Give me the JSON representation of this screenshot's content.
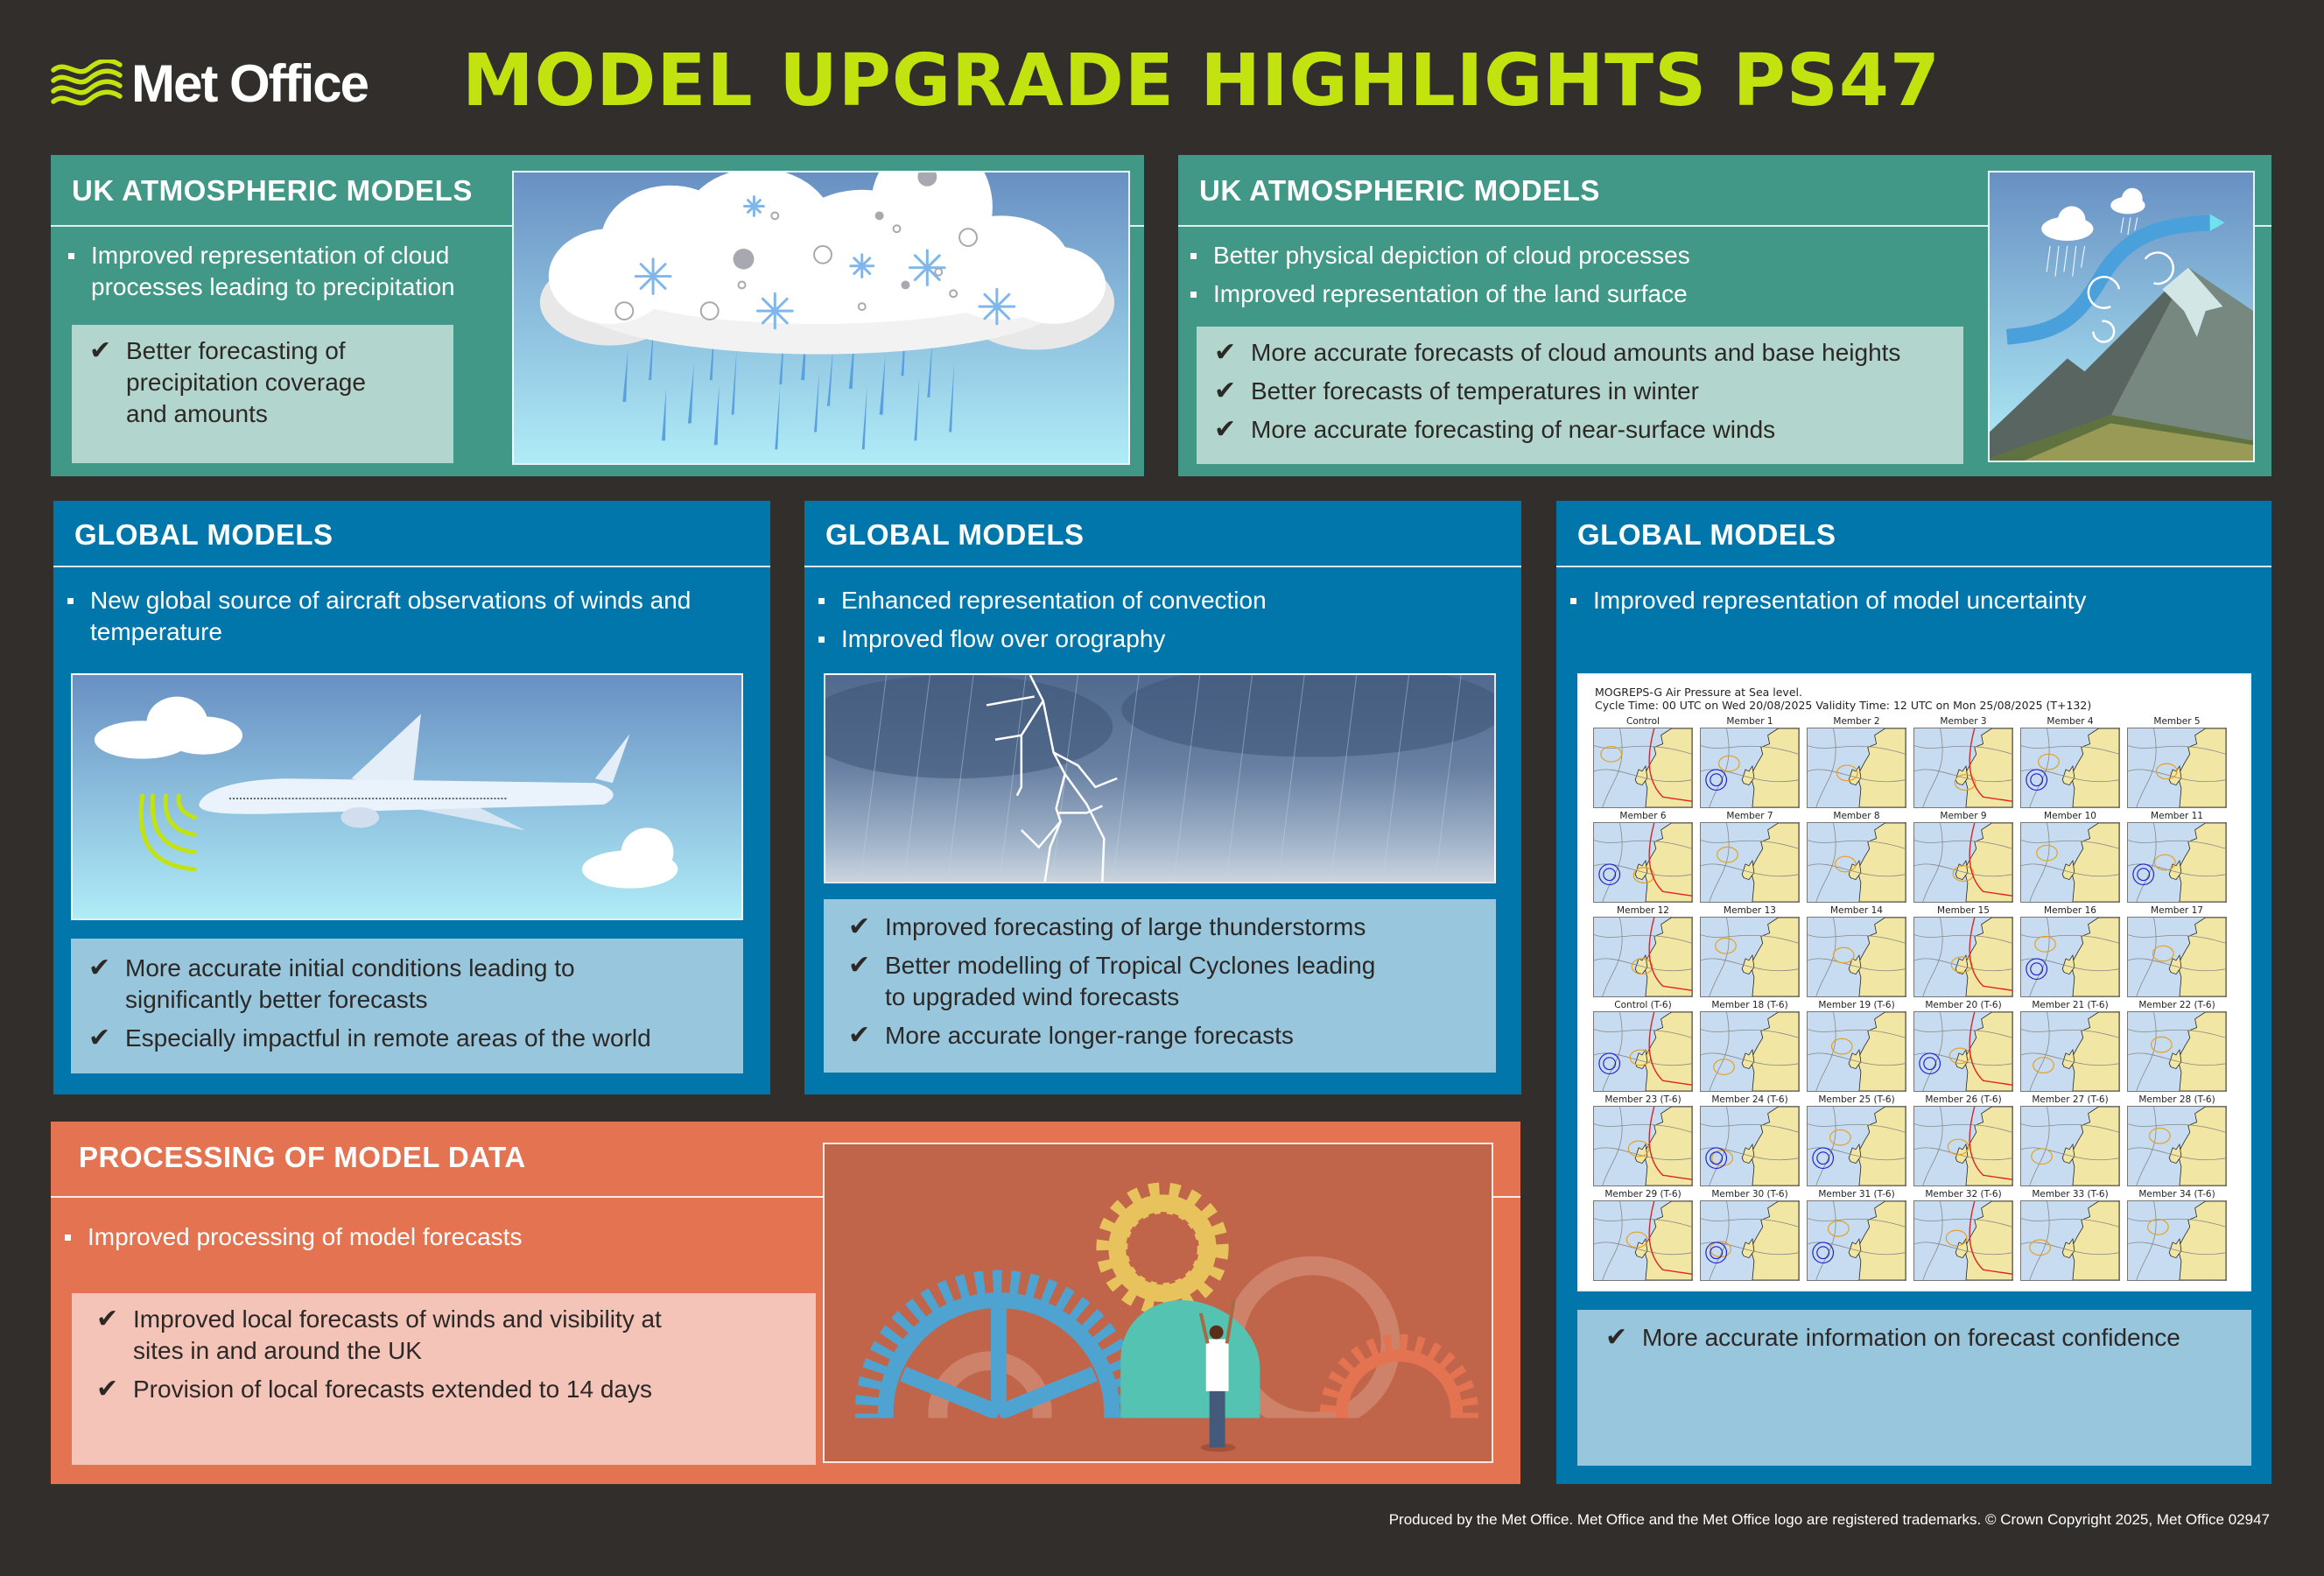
{
  "header": {
    "logo_text": "Met Office",
    "title": "MODEL UPGRADE HIGHLIGHTS PS47"
  },
  "colors": {
    "background": "#322e2b",
    "title_accent": "#c3e30f",
    "uk_panel": "#419886",
    "global_panel": "#0076aa",
    "processing_panel": "#e47352"
  },
  "panels": {
    "uk1": {
      "title": "UK ATMOSPHERIC MODELS",
      "bullets": [
        "Improved representation of cloud processes leading to precipitation"
      ],
      "checks": [
        "Better forecasting of precipitation coverage and amounts"
      ],
      "illustration": "cloud-with-snow-and-rain"
    },
    "uk2": {
      "title": "UK ATMOSPHERIC MODELS",
      "bullets": [
        "Better physical depiction of cloud processes",
        "Improved representation of the land surface"
      ],
      "checks": [
        "More accurate forecasts of cloud amounts and base heights",
        "Better forecasts of temperatures in winter",
        "More accurate forecasting of near-surface winds"
      ],
      "illustration": "wind-flow-over-mountain"
    },
    "global1": {
      "title": "GLOBAL MODELS",
      "bullets": [
        "New global source of aircraft observations of winds and temperature"
      ],
      "checks": [
        "More accurate initial conditions leading to significantly better forecasts",
        "Especially impactful in remote areas of the world"
      ],
      "illustration": "aircraft-transmitting-observations"
    },
    "global2": {
      "title": "GLOBAL MODELS",
      "bullets": [
        "Enhanced representation of convection",
        "Improved flow over orography"
      ],
      "checks": [
        "Improved forecasting of large thunderstorms",
        "Better modelling of Tropical Cyclones leading to upgraded wind forecasts",
        "More accurate longer-range forecasts"
      ],
      "illustration": "thunderstorm-lightning"
    },
    "global3": {
      "title": "GLOBAL MODELS",
      "bullets": [
        "Improved representation of model uncertainty"
      ],
      "checks": [
        "More accurate information on forecast confidence"
      ],
      "mogreps": {
        "title_line1": "MOGREPS-G Air Pressure at Sea level.",
        "title_line2": "Cycle Time: 00 UTC on Wed 20/08/2025 Validity Time: 12 UTC on Mon 25/08/2025 (T+132)",
        "members": [
          "Control",
          "Member 1",
          "Member 2",
          "Member 3",
          "Member 4",
          "Member 5",
          "Member 6",
          "Member 7",
          "Member 8",
          "Member 9",
          "Member 10",
          "Member 11",
          "Member 12",
          "Member 13",
          "Member 14",
          "Member 15",
          "Member 16",
          "Member 17",
          "Control (T-6)",
          "Member 18 (T-6)",
          "Member 19 (T-6)",
          "Member 20 (T-6)",
          "Member 21 (T-6)",
          "Member 22 (T-6)",
          "Member 23 (T-6)",
          "Member 24 (T-6)",
          "Member 25 (T-6)",
          "Member 26 (T-6)",
          "Member 27 (T-6)",
          "Member 28 (T-6)",
          "Member 29 (T-6)",
          "Member 30 (T-6)",
          "Member 31 (T-6)",
          "Member 32 (T-6)",
          "Member 33 (T-6)",
          "Member 34 (T-6)"
        ]
      }
    },
    "processing": {
      "title": "PROCESSING OF MODEL DATA",
      "bullets": [
        "Improved processing of model forecasts"
      ],
      "checks": [
        "Improved local forecasts of winds and visibility at sites in and around the UK",
        "Provision of local forecasts extended to 14 days"
      ],
      "illustration": "gears-with-person"
    }
  },
  "check_glyph": "✔",
  "footer": "Produced by the Met Office. Met Office and the Met Office logo are registered trademarks. © Crown Copyright 2025, Met Office  02947"
}
